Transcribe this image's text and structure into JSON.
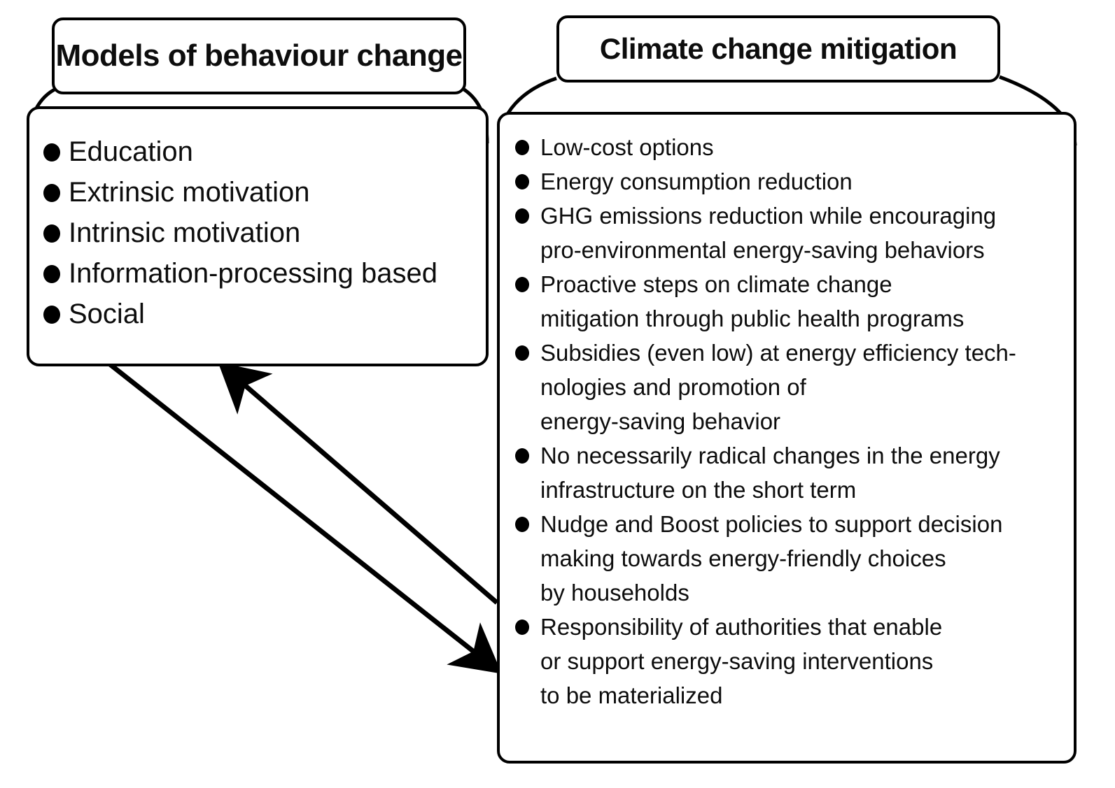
{
  "diagram": {
    "title_left": "Models of behaviour change",
    "title_right": "Climate change mitigation",
    "left_panel": {
      "heading": "Models of behaviour change",
      "bullets": [
        [
          "Education"
        ],
        [
          "Extrinsic motivation"
        ],
        [
          "Intrinsic motivation"
        ],
        [
          "Information-processing based"
        ],
        [
          "Social"
        ]
      ]
    },
    "right_panel": {
      "heading": "Climate change mitigation",
      "bullets": [
        [
          "Low-cost options"
        ],
        [
          "Energy consumption reduction"
        ],
        [
          "GHG emissions reduction while encouraging",
          "pro-environmental energy-saving behaviors"
        ],
        [
          "Proactive steps on climate change",
          "mitigation through public health programs"
        ],
        [
          "Subsidies (even low) at energy efficiency tech-",
          "nologies and promotion of",
          "energy-saving behavior"
        ],
        [
          "No necessarily radical changes in the energy",
          "infrastructure on the short term"
        ],
        [
          "Nudge and Boost policies to support decision",
          "making towards energy-friendly choices",
          "by households"
        ],
        [
          "Responsibility of authorities that enable",
          "or support energy-saving interventions",
          "to be materialized"
        ]
      ]
    },
    "connectors": [
      {
        "name": "arrow-left-to-right",
        "from": "Models of behaviour change",
        "to": "Climate change mitigation",
        "direction": "down-right"
      },
      {
        "name": "arrow-right-to-left",
        "from": "Climate change mitigation",
        "to": "Models of behaviour change",
        "direction": "up-left"
      }
    ],
    "colors": {
      "stroke": "#000000",
      "text": "#0d0d0d",
      "background": "#ffffff"
    }
  }
}
